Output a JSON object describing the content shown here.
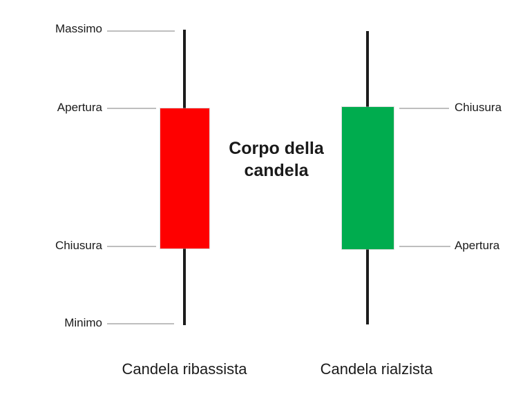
{
  "colors": {
    "background": "#ffffff",
    "bearish_body": "#fe0000",
    "bullish_body": "#00ac4e",
    "wick": "#1c1c1c",
    "pointer_line": "#bebebe",
    "text": "#1a1a1a"
  },
  "center_label": {
    "line1": "Corpo della",
    "line2": "candela"
  },
  "bearish_candle": {
    "caption": "Candela ribassista",
    "labels": {
      "high": "Massimo",
      "open": "Apertura",
      "close": "Chiusura",
      "low": "Minimo"
    }
  },
  "bullish_candle": {
    "caption": "Candela rialzista",
    "labels": {
      "close": "Chiusura",
      "open": "Apertura"
    }
  }
}
